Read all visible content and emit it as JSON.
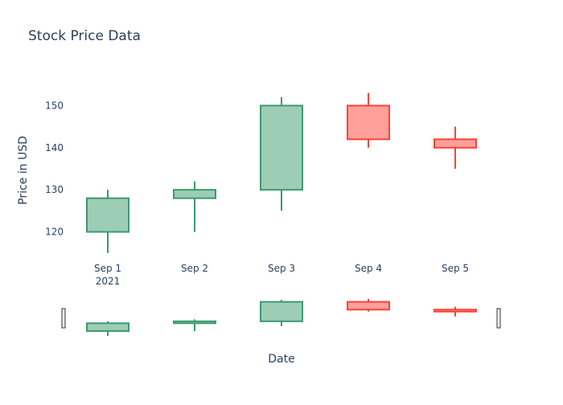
{
  "chart_data": {
    "type": "candlestick",
    "title": "Stock Price Data",
    "xlabel": "Date",
    "ylabel": "Price in USD",
    "ylim": [
      114,
      156
    ],
    "yticks": [
      120,
      130,
      140,
      150
    ],
    "grid": false,
    "categories": [
      "Sep 1",
      "Sep 2",
      "Sep 3",
      "Sep 4",
      "Sep 5"
    ],
    "x_secondary_labels": [
      "2021",
      "",
      "",
      "",
      ""
    ],
    "candles": [
      {
        "x": "Sep 1",
        "open": 120,
        "high": 130,
        "low": 115,
        "close": 128
      },
      {
        "x": "Sep 2",
        "open": 128,
        "high": 132,
        "low": 120,
        "close": 130
      },
      {
        "x": "Sep 3",
        "open": 130,
        "high": 152,
        "low": 125,
        "close": 150
      },
      {
        "x": "Sep 4",
        "open": 150,
        "high": 153,
        "low": 140,
        "close": 142
      },
      {
        "x": "Sep 5",
        "open": 142,
        "high": 145,
        "low": 135,
        "close": 140
      }
    ],
    "colors": {
      "increasing_line": "#3d9970",
      "increasing_fill": "#9ecdb6",
      "decreasing_line": "#ff4136",
      "decreasing_fill": "#ffa09b",
      "text": "#2a3f5f"
    },
    "rangeslider": true
  }
}
